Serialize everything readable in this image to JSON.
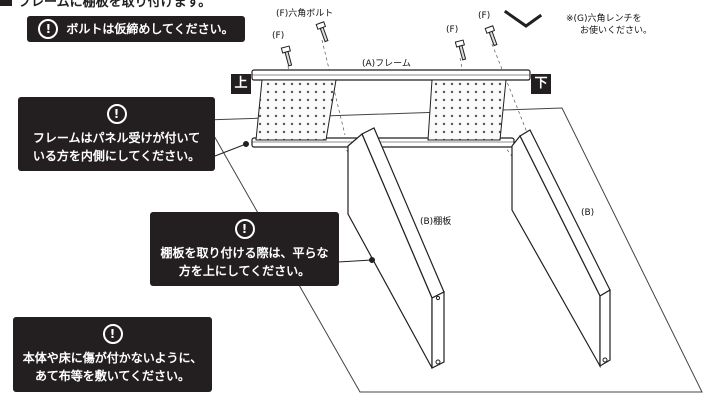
{
  "header": {
    "title": "フレームに棚板を取り付けます。"
  },
  "callouts": {
    "loose": {
      "text": "ボルトは仮締めしてください。"
    },
    "frame_inside": {
      "line1": "フレームはパネル受けが付いて",
      "line2": "いる方を内側にしてください。"
    },
    "shelf_flat": {
      "line1": "棚板を取り付ける際は、平らな",
      "line2": "方を上にしてください。"
    },
    "floor_protect": {
      "line1": "本体や床に傷が付かないように、",
      "line2": "あて布等を敷いてください。"
    },
    "exclaim": "!"
  },
  "labels": {
    "hex_bolt": "(F)六角ボルト",
    "f": "(F)",
    "wrench_note_1": "※(G)六角レンチを",
    "wrench_note_2": "お使いください。",
    "frame": "(A)フレーム",
    "shelf": "(B)棚板",
    "shelf_b": "(B)",
    "top": "上",
    "bottom": "下"
  },
  "colors": {
    "callout_bg": "#231f20",
    "line": "#231f20"
  },
  "icons": [
    "exclamation-circle-icon",
    "bolt-icon",
    "hex-wrench-icon"
  ]
}
